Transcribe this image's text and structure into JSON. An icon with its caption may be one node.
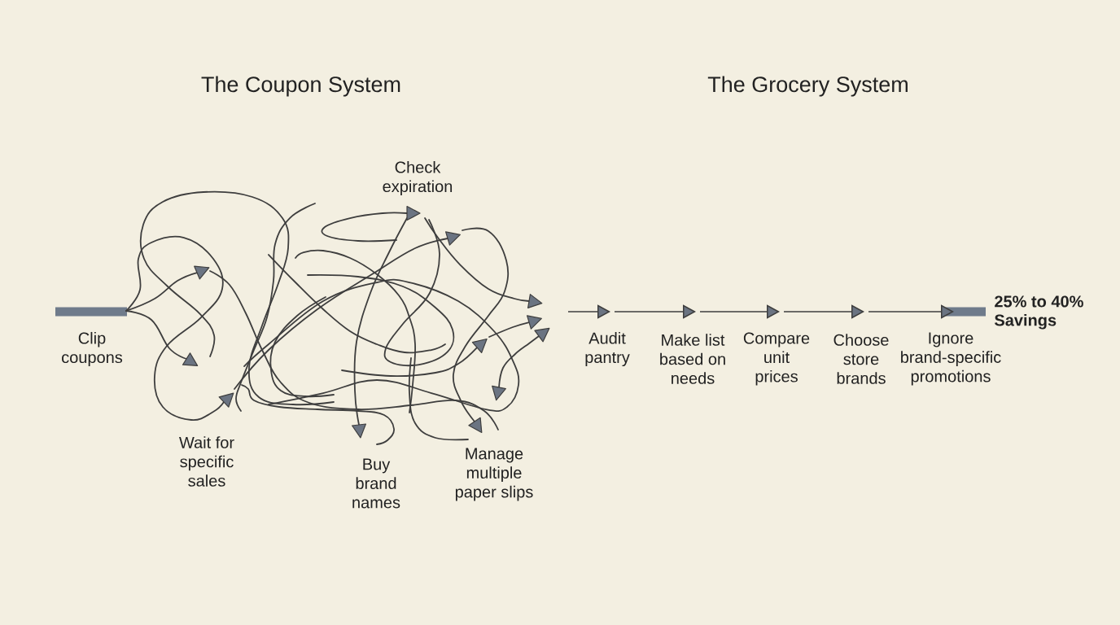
{
  "diagram": {
    "nodes": [
      {
        "text": [
          "Audit pantry"
        ]
      },
      {
        "text": [
          "Make list based on needs"
        ]
      },
      {
        "text": [
          "Compare unit prices"
        ]
      },
      {
        "text": [
          "Choose store brands"
        ]
      },
      {
        "text": [
          "Ignore brand-specific promotions"
        ]
      },
      {
        "text": [
          "25% to 40% Savings"
        ]
      }
    ],
    "edges": [
      {
        "from": null,
        "to": 0,
        "arrow": "to"
      },
      {
        "from": 0,
        "to": 1,
        "arrow": "to"
      },
      {
        "from": 1,
        "to": 2,
        "arrow": "to"
      },
      {
        "from": 2,
        "to": 3,
        "arrow": "to"
      },
      {
        "from": 3,
        "to": 4,
        "arrow": "to"
      },
      {
        "from": 4,
        "to": 5,
        "arrow": "none",
        "style": "thick",
        "color": "#6f7b8b"
      }
    ],
    "labels": [
      "The Coupon System",
      "The Grocery System",
      "Check expiration",
      "Clip coupons",
      "Wait for specific sales",
      "Buy brand names",
      "Manage multiple paper slips"
    ]
  }
}
